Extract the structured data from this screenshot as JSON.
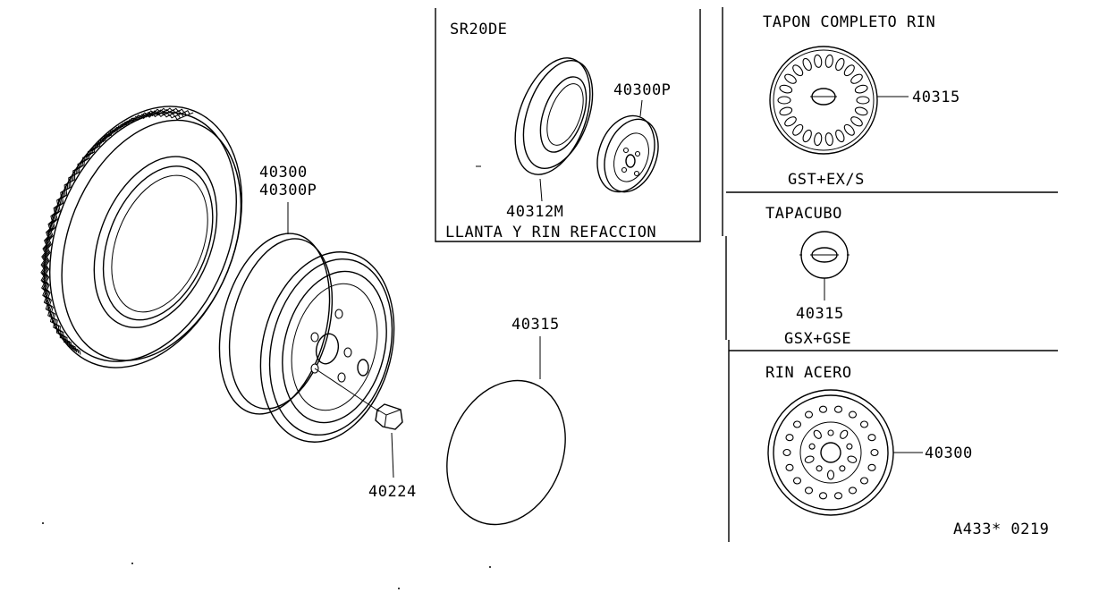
{
  "main_labels": {
    "rim_part_1": "40300",
    "rim_part_2": "40300P",
    "nut_part": "40224",
    "cap_part": "40315"
  },
  "spare_box": {
    "engine": "SR20DE",
    "spare_rim_part": "40300P",
    "spare_tire_part": "40312M",
    "caption": "LLANTA Y RIN REFACCION"
  },
  "right_panel": {
    "full_cap": {
      "title": "TAPON COMPLETO RIN",
      "part": "40315",
      "variant": "GST+EX/S"
    },
    "hub_cap": {
      "title": "TAPACUBO",
      "part": "40315",
      "variant": "GSX+GSE"
    },
    "steel_rim": {
      "title": "RIN ACERO",
      "part": "40300"
    }
  },
  "footer_code": "A433* 0219"
}
